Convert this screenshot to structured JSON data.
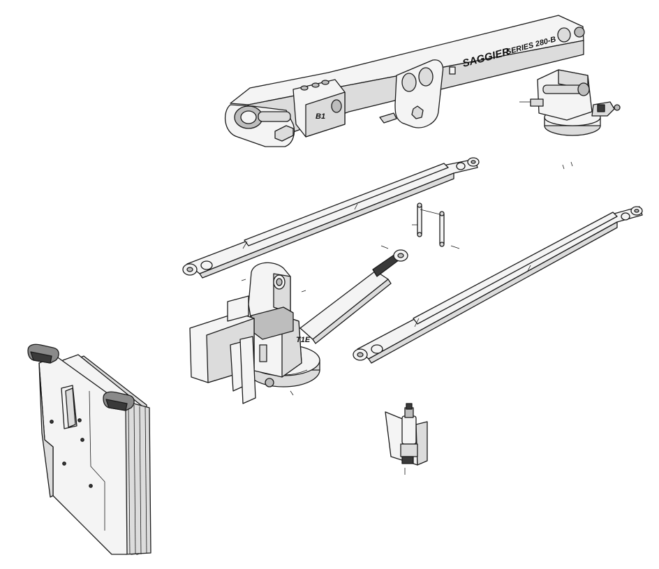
{
  "boom_label": {
    "brand": "SAGGIER",
    "series": "SERIES 280-B",
    "small_mark": "B1"
  },
  "colors": {
    "line": "#1a1a1a",
    "light": "#f4f4f4",
    "mid": "#dcdcdc",
    "shade": "#bdbdbd",
    "dark": "#3a3a3a"
  },
  "turret_mark": "T1E"
}
